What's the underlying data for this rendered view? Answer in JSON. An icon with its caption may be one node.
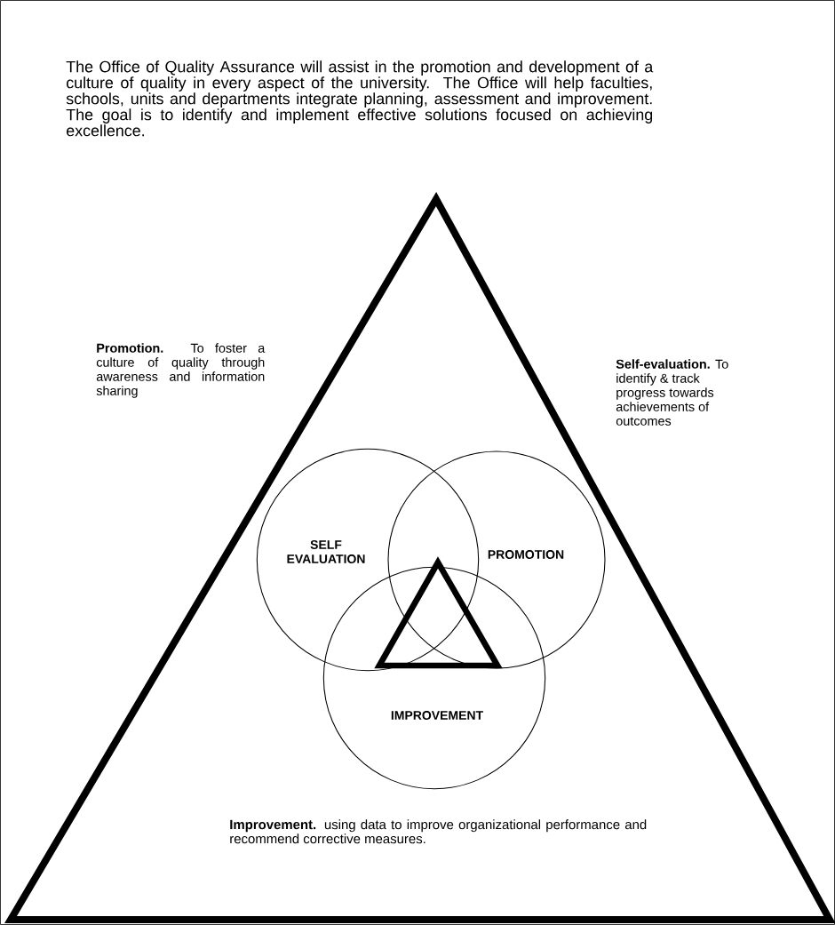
{
  "diagram": {
    "nodes": [
      {
        "text": [],
        "shape": "triangle"
      },
      {
        "text": [
          "SELF EVALUATION"
        ],
        "in": 0
      },
      {
        "text": [
          "PROMOTION"
        ],
        "in": 0
      },
      {
        "text": [
          "IMPROVEMENT"
        ],
        "in": 0
      },
      {
        "text": [],
        "shape": "triangle",
        "in": 3
      }
    ],
    "labels": [
      "The Office of Quality Assurance will assist in the promotion and development of a culture of quality in every aspect of the university. The Office will help faculties, schools, units and departments integrate planning, assessment and improvement. The goal is to identify and implement effective solutions focused on achieving excellence.",
      "**Promotion.** To foster a culture of quality through awareness and information sharing",
      "**Self-evaluation.** To identify & track progress towards achievements of outcomes",
      "**Improvement.** using data to improve organizational performance and recommend corrective measures."
    ]
  }
}
